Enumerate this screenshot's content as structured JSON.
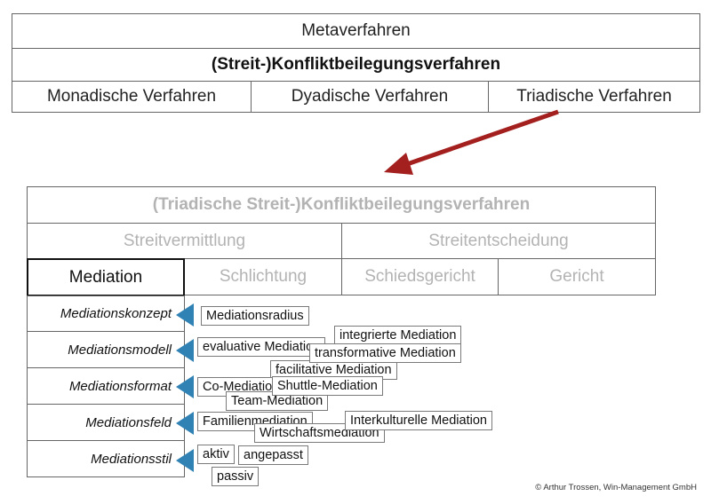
{
  "top_table": {
    "row1": "Metaverfahren",
    "row2": "(Streit-)Konfliktbeilegungsverfahren",
    "row3": [
      "Monadische Verfahren",
      "Dyadische Verfahren",
      "Triadische Verfahren"
    ]
  },
  "bottom_table": {
    "title": "(Triadische Streit-)Konfliktbeilegungsverfahren",
    "groups": [
      "Streitvermittlung",
      "Streitentscheidung"
    ],
    "methods": [
      "Mediation",
      "Schlichtung",
      "Schiedsgericht",
      "Gericht"
    ]
  },
  "aspects": [
    "Mediationskonzept",
    "Mediationsmodell",
    "Mediationsformat",
    "Mediationsfeld",
    "Mediationsstil"
  ],
  "tags": {
    "konzept": [
      "Mediationsradius"
    ],
    "modell": [
      "evaluative Mediation",
      "facilitative Mediation",
      "integrierte Mediation",
      "transformative Mediation"
    ],
    "format": [
      "Co-Mediation",
      "Team-Mediation",
      "Shuttle-Mediation"
    ],
    "feld": [
      "Familienmediation",
      "Wirtschaftsmediation",
      "Interkulturelle Mediation"
    ],
    "stil": [
      "aktiv",
      "angepasst",
      "passiv"
    ]
  },
  "colors": {
    "arrow": "#a3201f",
    "pointer": "#2f82b3",
    "muted_text": "#b3b3b3"
  },
  "copyright": "© Arthur Trossen, Win-Management GmbH"
}
